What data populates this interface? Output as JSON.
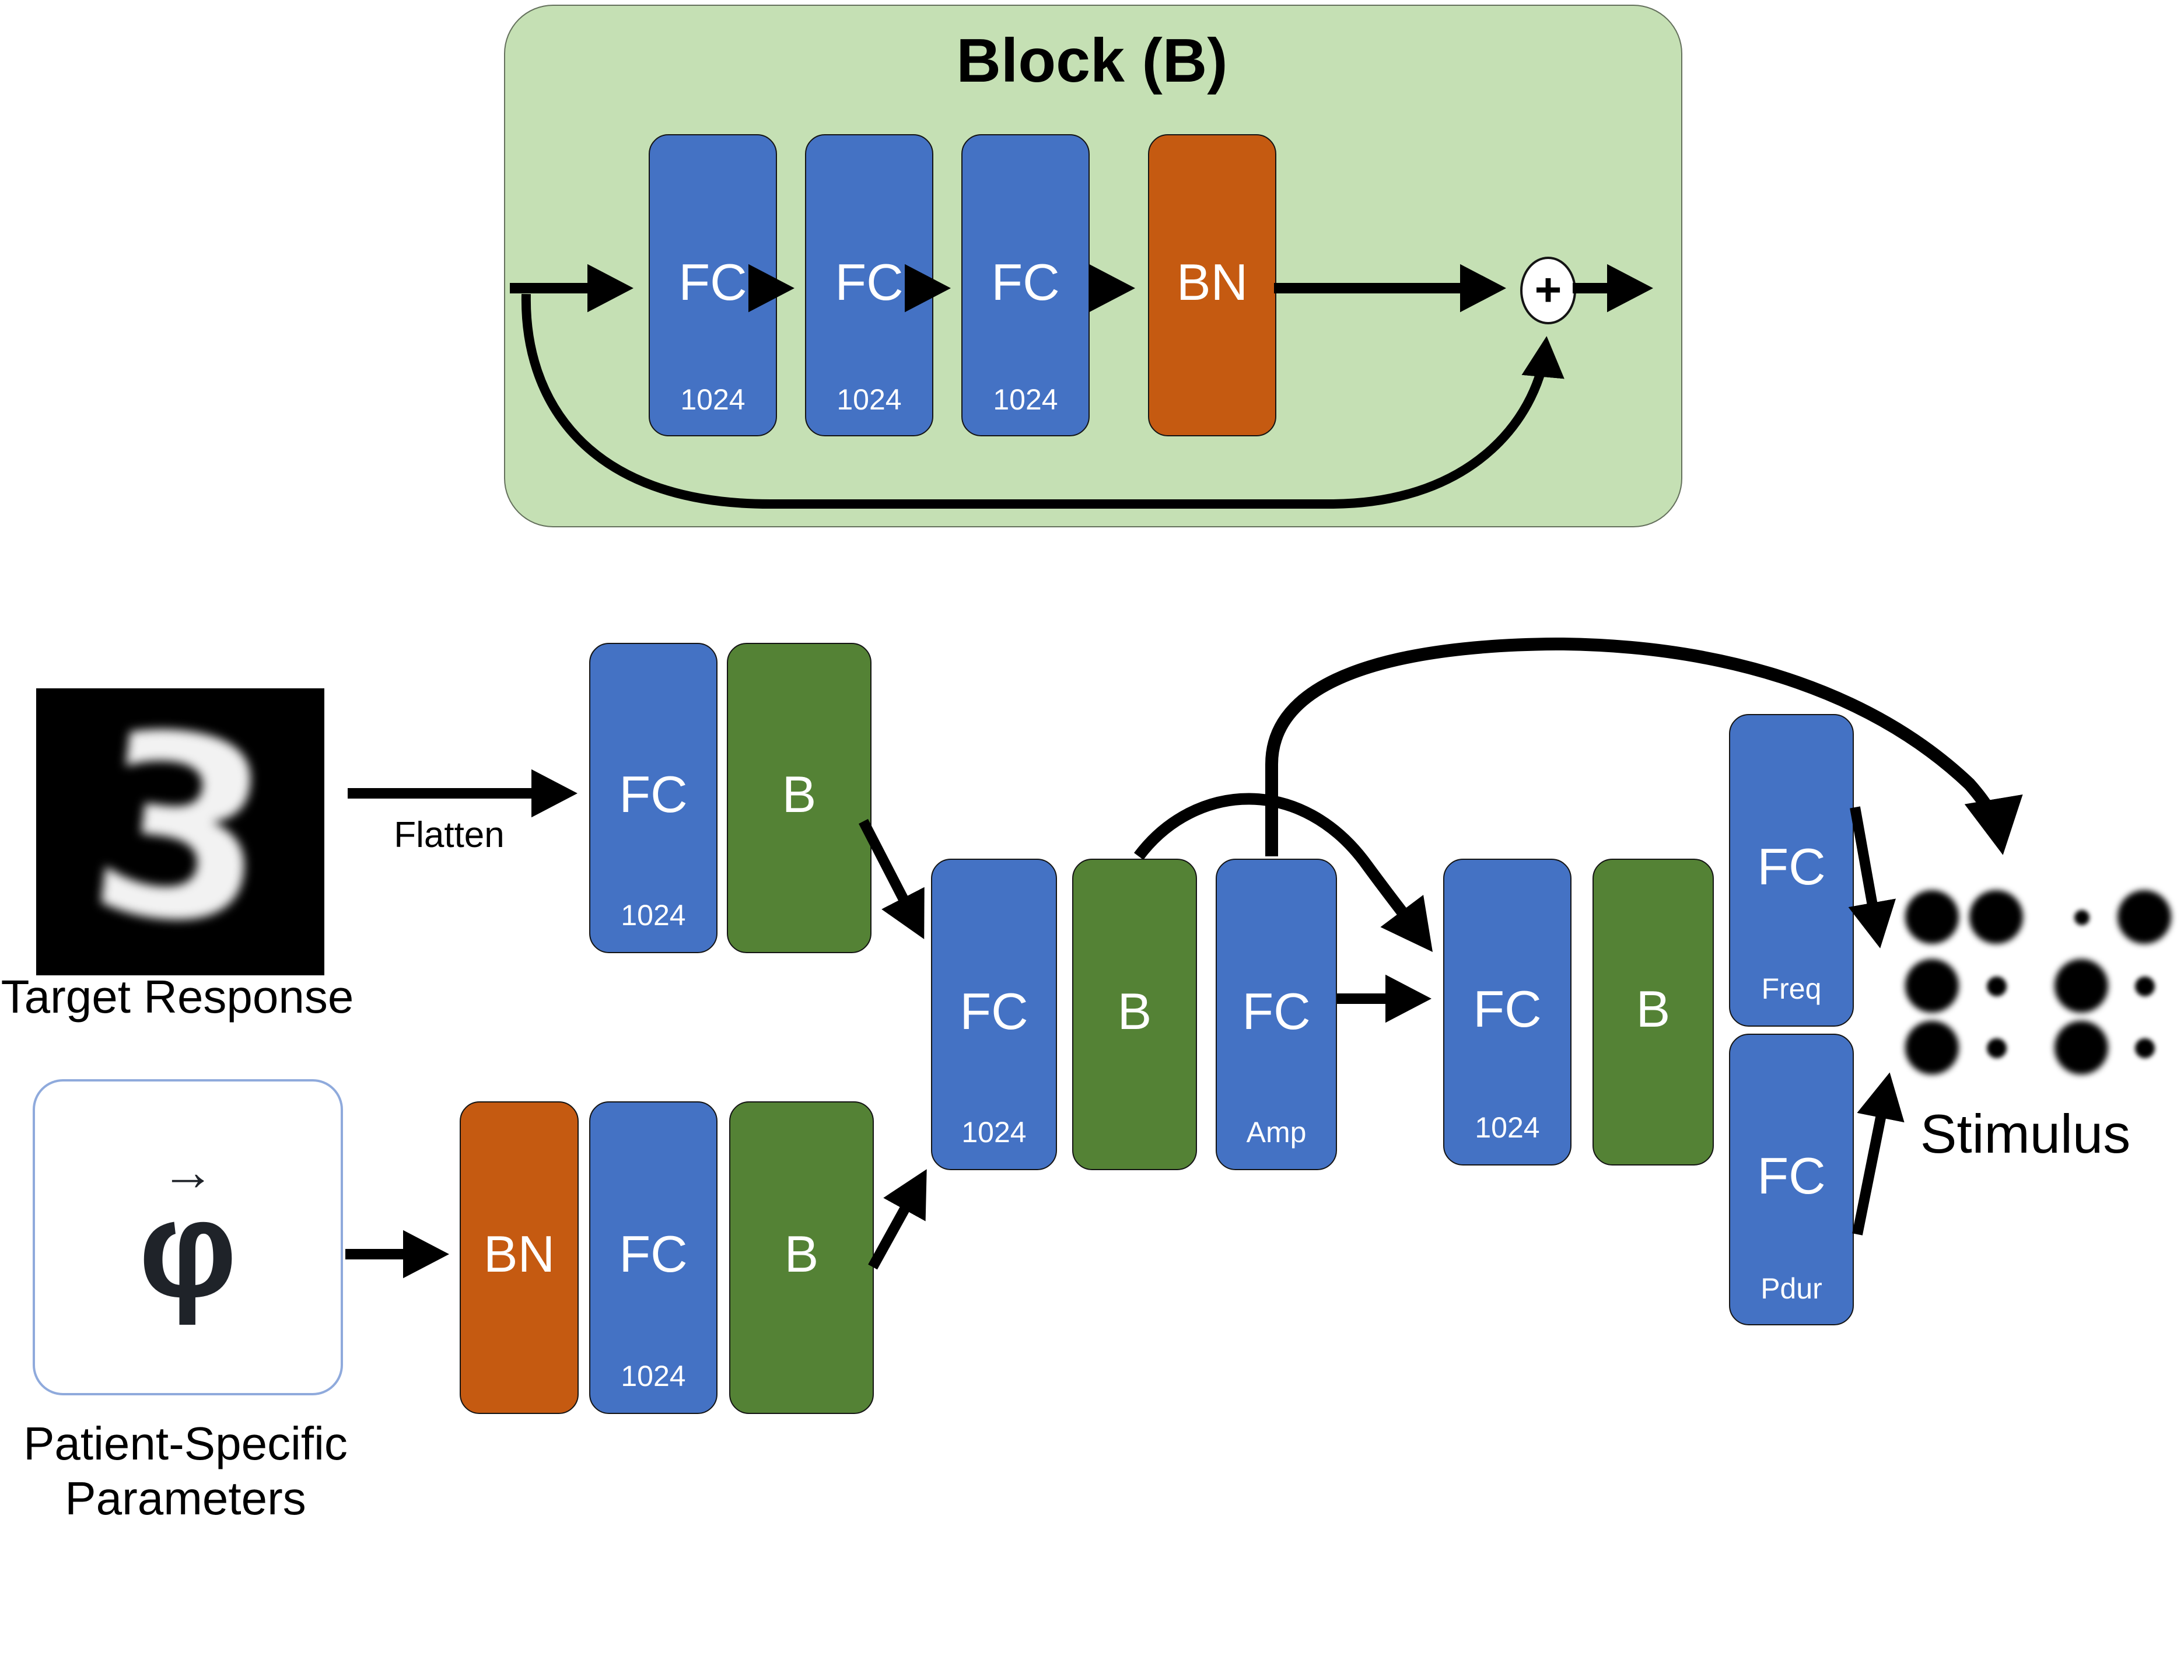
{
  "colors": {
    "fc_blue": "#4472C4",
    "block_green": "#548235",
    "bn_orange": "#C55A11",
    "legend_background": "#C5E0B4",
    "arrow_black": "#000000",
    "phi_box_border": "#8FAADC"
  },
  "legend": {
    "title": "Block (B)",
    "plus": "+",
    "layers": [
      {
        "label": "FC",
        "sublabel": "1024"
      },
      {
        "label": "FC",
        "sublabel": "1024"
      },
      {
        "label": "FC",
        "sublabel": "1024"
      },
      {
        "label": "BN",
        "sublabel": ""
      }
    ]
  },
  "inputs": {
    "target": {
      "digit": "3",
      "caption": "Target Response"
    },
    "patient": {
      "symbol": "φ",
      "vector_mark": "→",
      "caption_line1": "Patient-Specific",
      "caption_line2": "Parameters"
    }
  },
  "labels": {
    "flatten": "Flatten",
    "stimulus": "Stimulus"
  },
  "network": {
    "branch_top": [
      {
        "label": "FC",
        "sublabel": "1024"
      },
      {
        "label": "B",
        "sublabel": ""
      }
    ],
    "branch_bottom": [
      {
        "label": "BN",
        "sublabel": ""
      },
      {
        "label": "FC",
        "sublabel": "1024"
      },
      {
        "label": "B",
        "sublabel": ""
      }
    ],
    "trunk": [
      {
        "label": "FC",
        "sublabel": "1024"
      },
      {
        "label": "B",
        "sublabel": ""
      },
      {
        "label": "FC",
        "sublabel": "Amp"
      }
    ],
    "trunk2": [
      {
        "label": "FC",
        "sublabel": "1024"
      },
      {
        "label": "B",
        "sublabel": ""
      }
    ],
    "heads": [
      {
        "label": "FC",
        "sublabel": "Freq"
      },
      {
        "label": "FC",
        "sublabel": "Pdur"
      }
    ]
  },
  "stimulus_grid": {
    "columns_x": [
      1656,
      1711,
      1784,
      1838
    ],
    "rows_y": [
      786,
      845,
      898
    ],
    "pattern": [
      [
        "L",
        "L",
        "T",
        "L"
      ],
      [
        "L",
        "S",
        "L",
        "S"
      ],
      [
        "L",
        "S",
        "L",
        "S"
      ]
    ],
    "radii": {
      "L": 23,
      "S": 8.5,
      "T": 6.5
    }
  }
}
